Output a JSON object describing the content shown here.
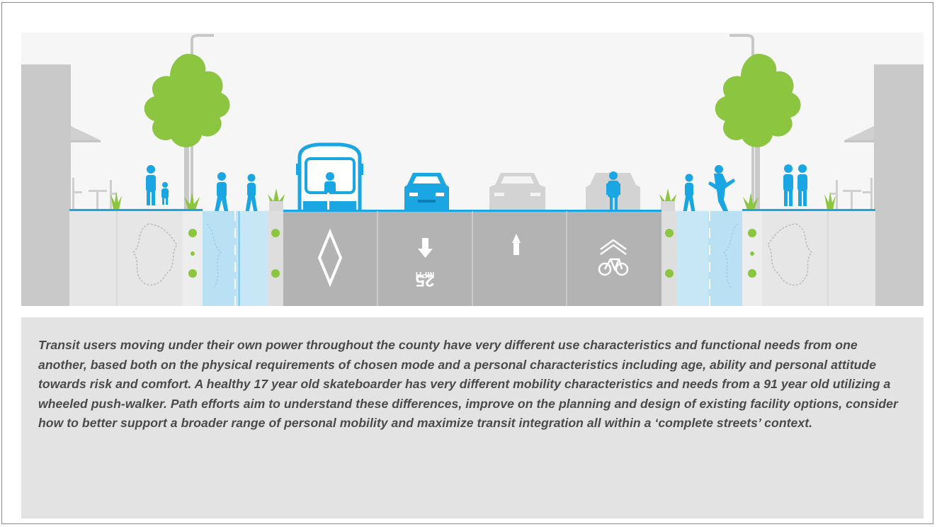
{
  "colors": {
    "transit_blue": "#1aa6e3",
    "bike_lane_blue": "#c8e7f6",
    "tree_green": "#8cc540",
    "roadway_gray": "#b3b3b3",
    "sidewalk_gray": "#dcdcdc",
    "caption_bg": "#e3e3e3",
    "caption_text": "#4a4a4a"
  },
  "diagram": {
    "speed_limit_number": "25",
    "speed_limit_unit": "MPH",
    "lane_markings": [
      "diamond-symbol",
      "down-arrow",
      "up-arrow",
      "bicycle-sharrow"
    ]
  },
  "caption": {
    "text": "Transit users moving under their own power throughout the county have very different use characteristics and functional needs from one another, based both on the physical requirements of chosen mode and a personal characteristics including age, ability and personal attitude towards risk and comfort. A healthy 17 year old skateboarder has very different mobility characteristics and needs from a 91 year old utilizing a wheeled push-walker. Path efforts aim to understand these differences, improve on the planning and design of existing facility options, consider how to better support a broader range of personal mobility and maximize transit integration all within a ‘complete streets’ context."
  }
}
